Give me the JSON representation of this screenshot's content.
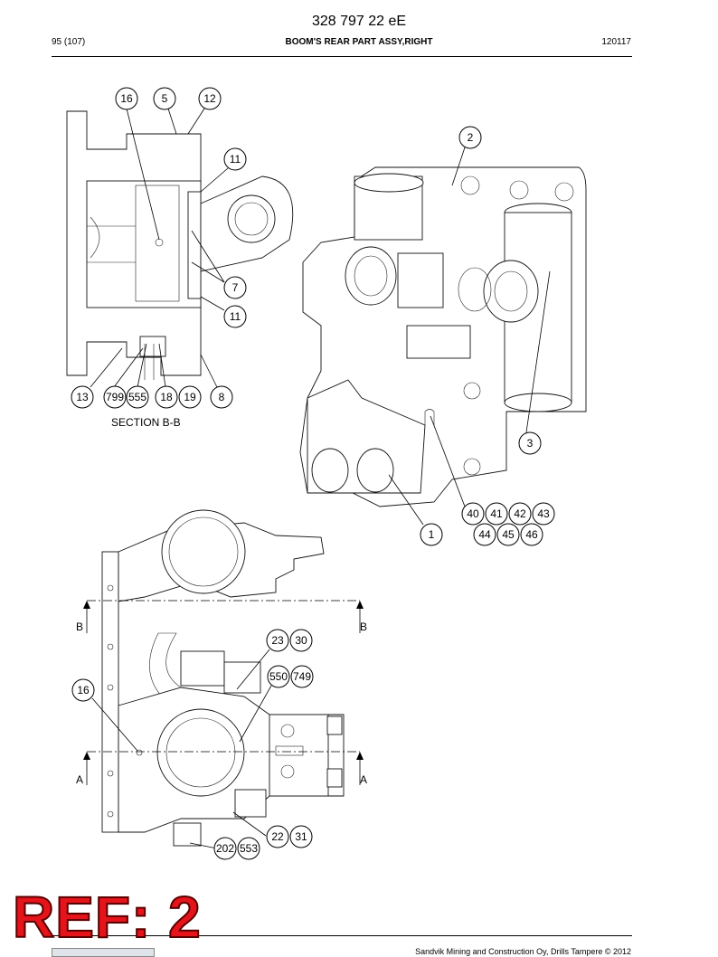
{
  "header": {
    "doc_number": "328 797 22 eE",
    "page": "95 (107)",
    "title": "BOOM'S REAR PART ASSY,RIGHT",
    "date_code": "120117"
  },
  "section_label": "SECTION B-B",
  "section_markers": [
    "B",
    "B",
    "A",
    "A"
  ],
  "balloons": {
    "b16a": "16",
    "b5": "5",
    "b12": "12",
    "b11a": "11",
    "b7": "7",
    "b11b": "11",
    "b13": "13",
    "b799": "799",
    "b555a": "555",
    "b18": "18",
    "b19": "19",
    "b8": "8",
    "b2": "2",
    "b3": "3",
    "b1": "1",
    "b40": "40",
    "b41": "41",
    "b42": "42",
    "b43": "43",
    "b44": "44",
    "b45": "45",
    "b46": "46",
    "b23": "23",
    "b30": "30",
    "b550": "550",
    "b749": "749",
    "b16b": "16",
    "b22": "22",
    "b31": "31",
    "b202": "202",
    "b553": "553"
  },
  "footer": "Sandvik Mining and Construction Oy, Drills Tampere © 2012",
  "ref_stamp": "REF: 2"
}
